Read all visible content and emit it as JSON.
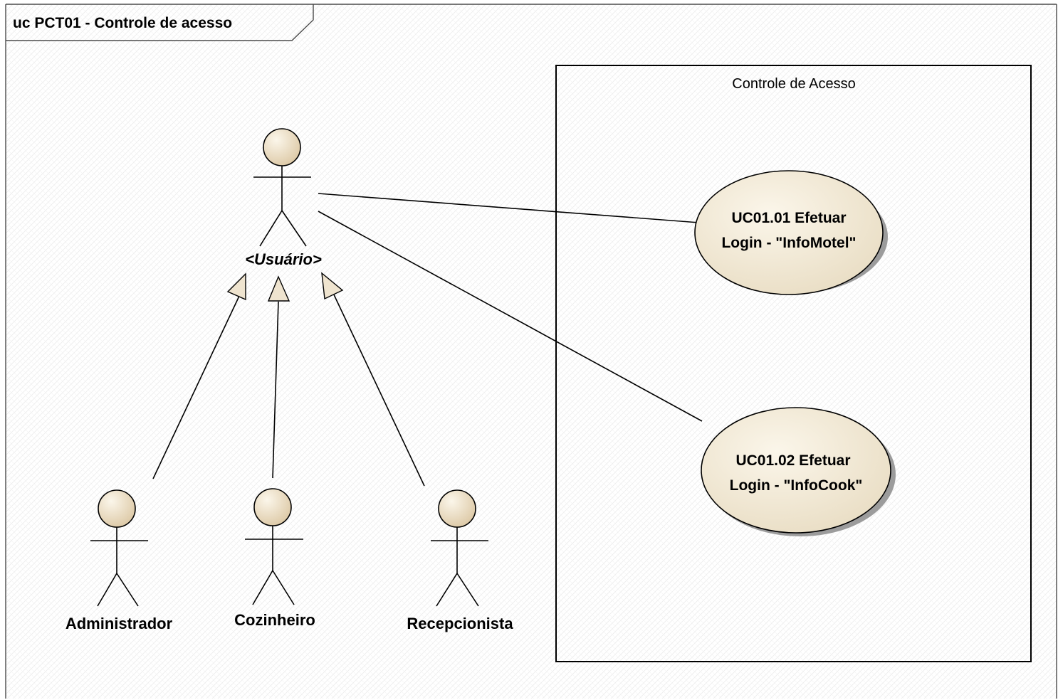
{
  "diagram": {
    "frame_title": "uc PCT01 - Controle de acesso",
    "system_boundary": {
      "title": "Controle de Acesso"
    }
  },
  "actors": {
    "usuario": {
      "label": "<Usuário>",
      "abstract": true
    },
    "administrador": {
      "label": "Administrador"
    },
    "cozinheiro": {
      "label": "Cozinheiro"
    },
    "recepcionista": {
      "label": "Recepcionista"
    }
  },
  "use_cases": {
    "uc0101": {
      "line1": "UC01.01 Efetuar",
      "line2": "Login - \"InfoMotel\""
    },
    "uc0102": {
      "line1": "UC01.02 Efetuar",
      "line2": "Login - \"InfoCook\""
    }
  },
  "colors": {
    "actor_fill_light": "#fbf6ea",
    "actor_fill_dark": "#ddc9a6",
    "usecase_fill_light": "#fbf6ea",
    "usecase_fill_dark": "#e8dcc2"
  }
}
